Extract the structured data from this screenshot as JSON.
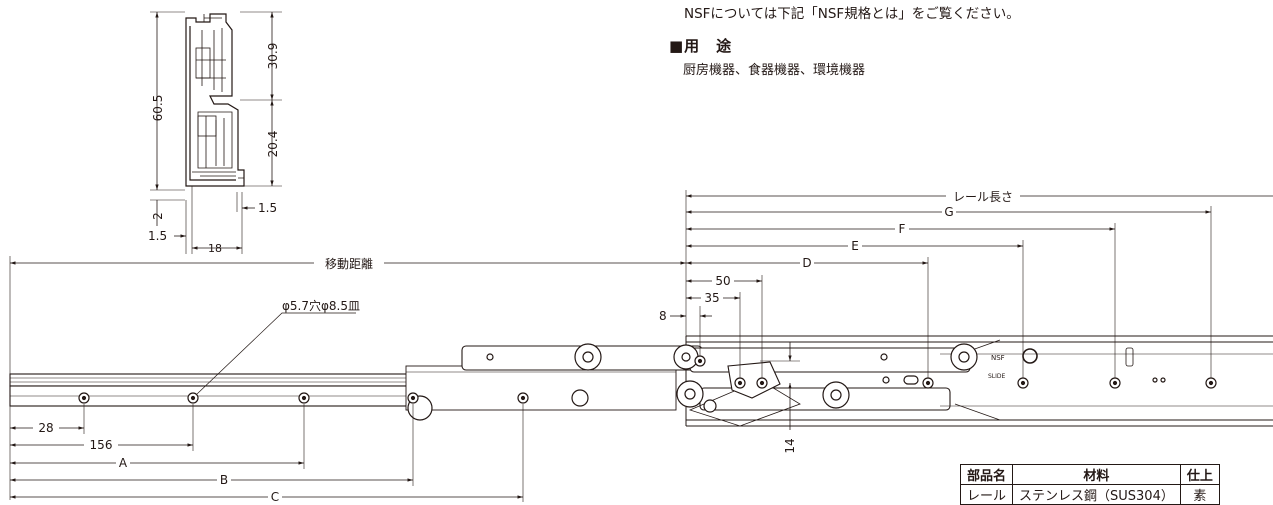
{
  "notes": {
    "nsf": "NSFについては下記「NSF規格とは」をご覧ください。",
    "usage_heading": "■用　途",
    "usage_text": "厨房機器、食器機器、環境機器"
  },
  "section_dims": {
    "height_total": "60.5",
    "upper": "30.9",
    "lower": "20.4",
    "bottom_gap": "2",
    "left_offset": "1.5",
    "width": "18",
    "right_offset": "1.5"
  },
  "side_dims": {
    "travel": "移動距離",
    "hole_spec": "φ5.7穴φ8.5皿",
    "d28": "28",
    "d156": "156",
    "a": "A",
    "b": "B",
    "c": "C",
    "rail_length": "レール長さ",
    "g": "G",
    "f": "F",
    "e": "E",
    "d": "D",
    "d50": "50",
    "d35": "35",
    "d8": "8",
    "d14": "14"
  },
  "table": {
    "headers": [
      "部品名",
      "材料",
      "仕上"
    ],
    "rows": [
      [
        "レール",
        "ステンレス鋼（SUS304）",
        "素"
      ]
    ]
  },
  "colors": {
    "ink": "#231815"
  }
}
